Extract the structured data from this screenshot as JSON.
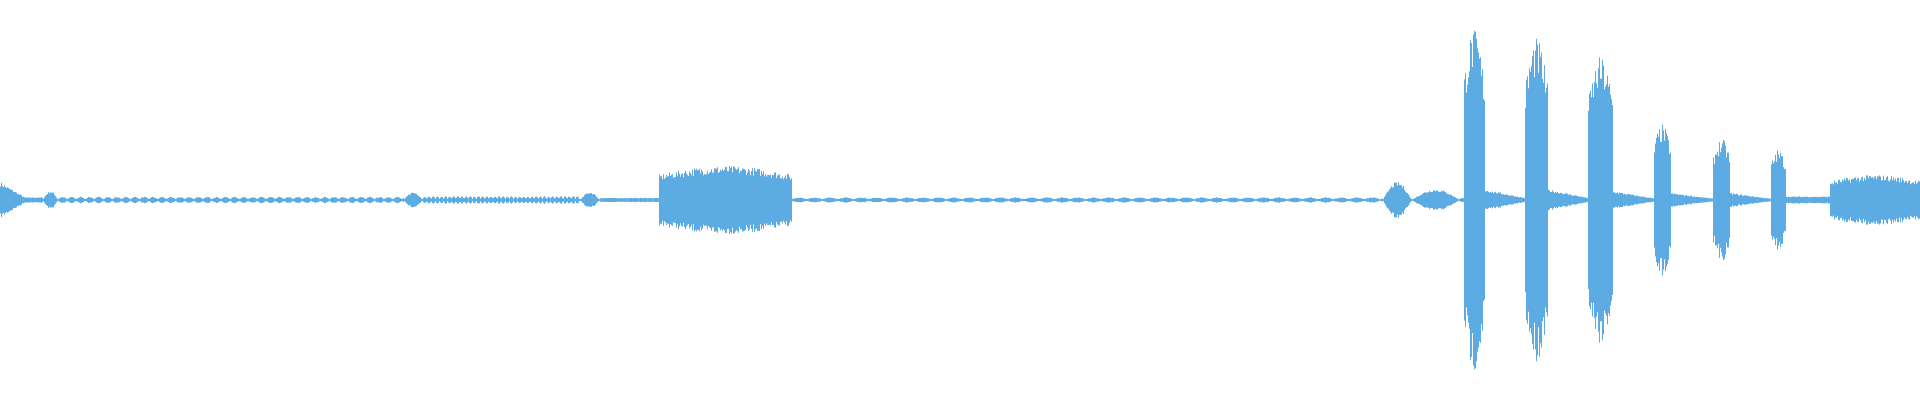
{
  "waveform": {
    "color": "#5dabe3",
    "background": "#ffffff",
    "segments": [
      {
        "t0": 0.0,
        "t1": 0.012,
        "amp": 0.1,
        "shape": "decay"
      },
      {
        "t0": 0.012,
        "t1": 0.022,
        "amp": 0.015,
        "shape": "flat"
      },
      {
        "t0": 0.022,
        "t1": 0.03,
        "amp": 0.05,
        "shape": "hump"
      },
      {
        "t0": 0.03,
        "t1": 0.21,
        "amp": 0.018,
        "shape": "ripple"
      },
      {
        "t0": 0.21,
        "t1": 0.22,
        "amp": 0.045,
        "shape": "hump"
      },
      {
        "t0": 0.22,
        "t1": 0.302,
        "amp": 0.022,
        "shape": "ripple"
      },
      {
        "t0": 0.302,
        "t1": 0.312,
        "amp": 0.045,
        "shape": "hump"
      },
      {
        "t0": 0.312,
        "t1": 0.343,
        "amp": 0.012,
        "shape": "flat"
      },
      {
        "t0": 0.343,
        "t1": 0.412,
        "amp": 0.19,
        "shape": "block"
      },
      {
        "t0": 0.412,
        "t1": 0.72,
        "amp": 0.015,
        "shape": "ripple"
      },
      {
        "t0": 0.72,
        "t1": 0.735,
        "amp": 0.1,
        "shape": "hump"
      },
      {
        "t0": 0.735,
        "t1": 0.76,
        "amp": 0.06,
        "shape": "hump"
      },
      {
        "t0": 0.76,
        "t1": 0.772,
        "amp": 0.012,
        "shape": "flat"
      },
      {
        "t0": 0.762,
        "t1": 0.773,
        "amp": 0.95,
        "shape": "burst"
      },
      {
        "t0": 0.773,
        "t1": 0.794,
        "amp": 0.06,
        "shape": "decay"
      },
      {
        "t0": 0.794,
        "t1": 0.806,
        "amp": 0.9,
        "shape": "burst"
      },
      {
        "t0": 0.806,
        "t1": 0.827,
        "amp": 0.06,
        "shape": "decay"
      },
      {
        "t0": 0.827,
        "t1": 0.84,
        "amp": 0.8,
        "shape": "burst"
      },
      {
        "t0": 0.84,
        "t1": 0.861,
        "amp": 0.05,
        "shape": "decay"
      },
      {
        "t0": 0.861,
        "t1": 0.87,
        "amp": 0.42,
        "shape": "burst"
      },
      {
        "t0": 0.87,
        "t1": 0.892,
        "amp": 0.04,
        "shape": "decay"
      },
      {
        "t0": 0.892,
        "t1": 0.901,
        "amp": 0.34,
        "shape": "burst"
      },
      {
        "t0": 0.901,
        "t1": 0.922,
        "amp": 0.04,
        "shape": "decay"
      },
      {
        "t0": 0.922,
        "t1": 0.93,
        "amp": 0.28,
        "shape": "burst"
      },
      {
        "t0": 0.93,
        "t1": 0.953,
        "amp": 0.02,
        "shape": "flat"
      },
      {
        "t0": 0.953,
        "t1": 1.0,
        "amp": 0.14,
        "shape": "block"
      }
    ]
  }
}
